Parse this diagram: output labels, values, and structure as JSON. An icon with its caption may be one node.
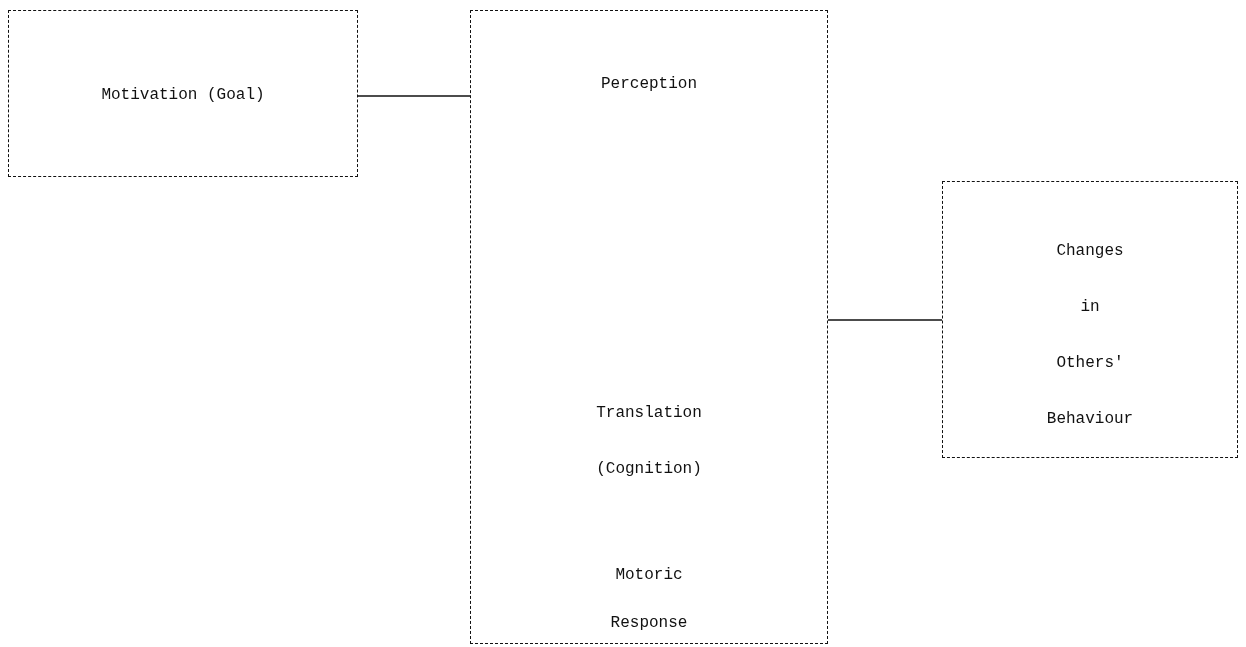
{
  "diagram": {
    "nodes": [
      {
        "text": [
          "Motivation (Goal)"
        ]
      },
      {
        "text": [
          "Perception",
          "Translation (Cognition)",
          "Motoric Response"
        ]
      },
      {
        "text": [
          "Changes in Others' Behaviour"
        ]
      }
    ],
    "edges": [
      {
        "from": 0,
        "to": 1,
        "arrow": "none"
      },
      {
        "from": 1,
        "to": 2,
        "arrow": "none"
      }
    ]
  }
}
